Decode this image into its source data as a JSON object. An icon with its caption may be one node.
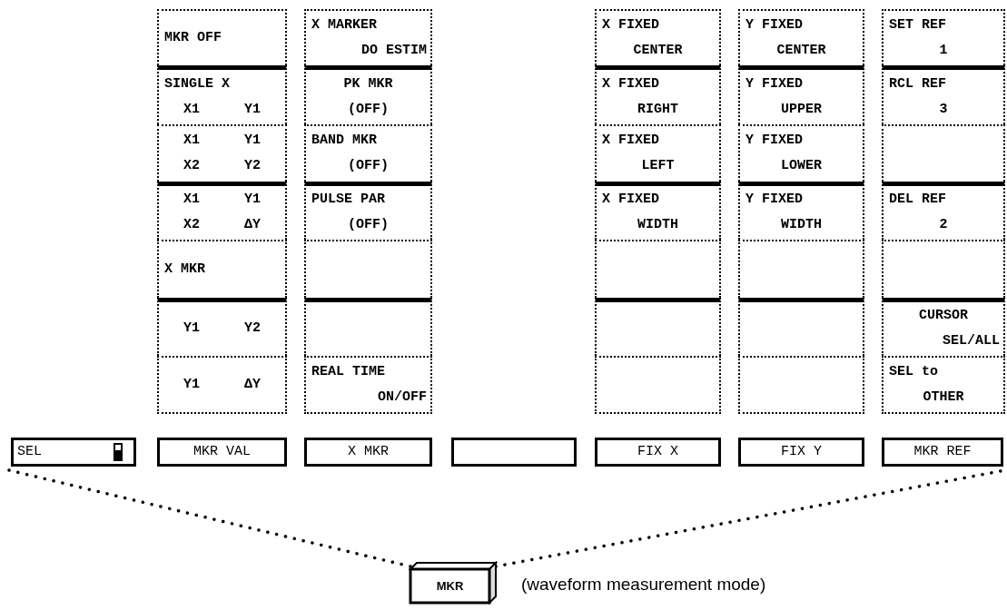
{
  "diagram": {
    "nodes": [
      {
        "text": [
          "MKR OFF"
        ]
      },
      {
        "text": [
          "SINGLE X",
          "X1 Y1"
        ]
      },
      {
        "text": [
          "X1 Y1",
          "X2 Y2"
        ]
      },
      {
        "text": [
          "X1 Y1",
          "X2 ΔY"
        ]
      },
      {
        "text": [
          "X MKR"
        ]
      },
      {
        "text": [
          "Y1 Y2"
        ]
      },
      {
        "text": [
          "Y1 ΔY"
        ]
      },
      {
        "text": [
          "X MARKER",
          "DO ESTIM"
        ]
      },
      {
        "text": [
          "PK MKR",
          "(OFF)"
        ]
      },
      {
        "text": [
          "BAND MKR",
          "(OFF)"
        ]
      },
      {
        "text": [
          "PULSE PAR",
          "(OFF)"
        ]
      },
      {
        "text": [],
        "shape": "box"
      },
      {
        "text": [],
        "shape": "box"
      },
      {
        "text": [
          "REAL TIME",
          "ON/OFF"
        ]
      },
      {
        "text": [
          "X FIXED",
          "CENTER"
        ]
      },
      {
        "text": [
          "X FIXED",
          "RIGHT"
        ]
      },
      {
        "text": [
          "X FIXED",
          "LEFT"
        ]
      },
      {
        "text": [
          "X FIXED",
          "WIDTH"
        ]
      },
      {
        "text": [],
        "shape": "box"
      },
      {
        "text": [],
        "shape": "box"
      },
      {
        "text": [],
        "shape": "box"
      },
      {
        "text": [
          "Y FIXED",
          "CENTER"
        ]
      },
      {
        "text": [
          "Y FIXED",
          "UPPER"
        ]
      },
      {
        "text": [
          "Y FIXED",
          "LOWER"
        ]
      },
      {
        "text": [
          "Y FIXED",
          "WIDTH"
        ]
      },
      {
        "text": [],
        "shape": "box"
      },
      {
        "text": [],
        "shape": "box"
      },
      {
        "text": [],
        "shape": "box"
      },
      {
        "text": [
          "SET REF",
          "1"
        ]
      },
      {
        "text": [
          "RCL REF",
          "3"
        ]
      },
      {
        "text": [],
        "shape": "box"
      },
      {
        "text": [
          "DEL REF",
          "2"
        ]
      },
      {
        "text": [],
        "shape": "box"
      },
      {
        "text": [
          "CURSOR",
          "SEL/ALL"
        ]
      },
      {
        "text": [
          "SEL to",
          "OTHER"
        ]
      },
      {
        "text": [
          "SEL"
        ]
      },
      {
        "text": [
          "MKR VAL"
        ]
      },
      {
        "text": [
          "X MKR"
        ]
      },
      {
        "text": [],
        "shape": "box"
      },
      {
        "text": [
          "FIX X"
        ]
      },
      {
        "text": [
          "FIX Y"
        ]
      },
      {
        "text": [
          "MKR REF"
        ]
      },
      {
        "text": [
          "MKR"
        ],
        "beside": [
          "(waveform measurement mode)"
        ]
      }
    ],
    "edges": [
      {
        "from": 42,
        "to": 35,
        "arrow": "none",
        "style": "dashed"
      },
      {
        "from": 42,
        "to": 41,
        "arrow": "none",
        "style": "dashed"
      }
    ]
  }
}
